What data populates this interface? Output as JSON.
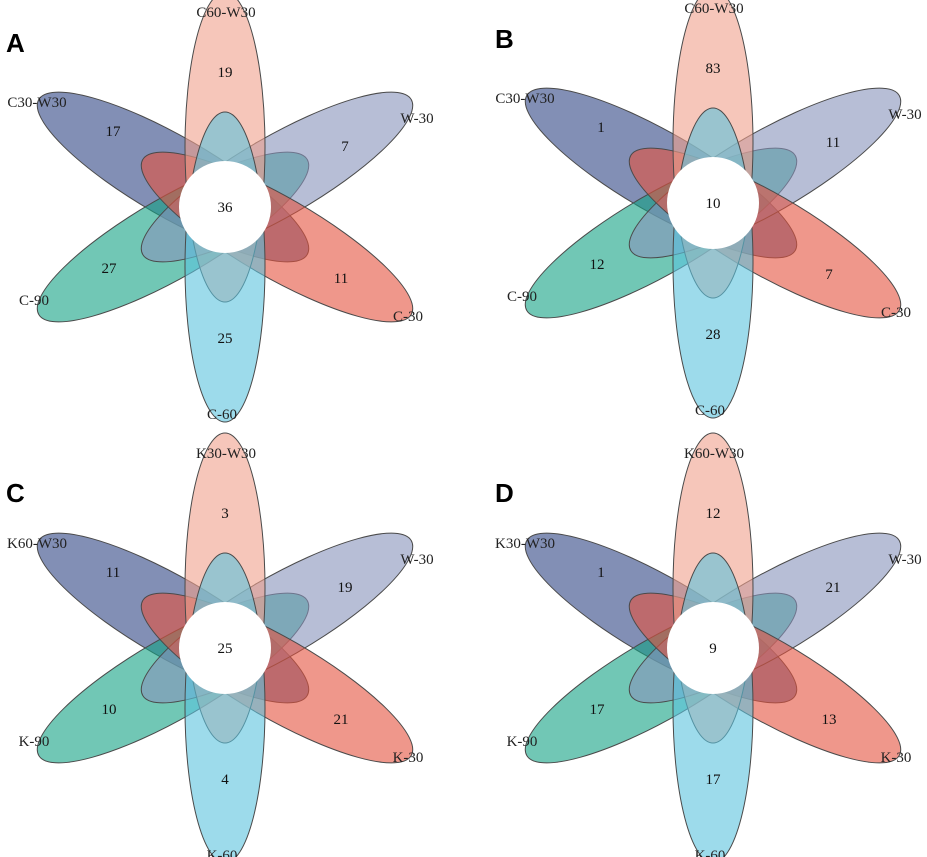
{
  "colors": {
    "top": "#f0a08c",
    "upper_left": "#2f4584",
    "upper_right": "#8793ba",
    "lower_left": "#13a284",
    "lower_right": "#e5513e",
    "bottom": "#5cc3de",
    "center": "#ffffff"
  },
  "panels": [
    {
      "letter": "A",
      "center_count": "36",
      "petals": [
        {
          "pos": "top",
          "label": "C60-W30",
          "count": "19"
        },
        {
          "pos": "upper_right",
          "label": "W-30",
          "count": "7"
        },
        {
          "pos": "lower_right",
          "label": "C-30",
          "count": "11"
        },
        {
          "pos": "bottom",
          "label": "C-60",
          "count": "25"
        },
        {
          "pos": "lower_left",
          "label": "C-90",
          "count": "27"
        },
        {
          "pos": "upper_left",
          "label": "C30-W30",
          "count": "17"
        }
      ]
    },
    {
      "letter": "B",
      "center_count": "10",
      "petals": [
        {
          "pos": "top",
          "label": "C60-W30",
          "count": "83"
        },
        {
          "pos": "upper_right",
          "label": "W-30",
          "count": "11"
        },
        {
          "pos": "lower_right",
          "label": "C-30",
          "count": "7"
        },
        {
          "pos": "bottom",
          "label": "C-60",
          "count": "28"
        },
        {
          "pos": "lower_left",
          "label": "C-90",
          "count": "12"
        },
        {
          "pos": "upper_left",
          "label": "C30-W30",
          "count": "1"
        }
      ]
    },
    {
      "letter": "C",
      "center_count": "25",
      "petals": [
        {
          "pos": "top",
          "label": "K30-W30",
          "count": "3"
        },
        {
          "pos": "upper_right",
          "label": "W-30",
          "count": "19"
        },
        {
          "pos": "lower_right",
          "label": "K-30",
          "count": "21"
        },
        {
          "pos": "bottom",
          "label": "K-60",
          "count": "4"
        },
        {
          "pos": "lower_left",
          "label": "K-90",
          "count": "10"
        },
        {
          "pos": "upper_left",
          "label": "K60-W30",
          "count": "11"
        }
      ]
    },
    {
      "letter": "D",
      "center_count": "9",
      "petals": [
        {
          "pos": "top",
          "label": "K60-W30",
          "count": "12"
        },
        {
          "pos": "upper_right",
          "label": "W-30",
          "count": "21"
        },
        {
          "pos": "lower_right",
          "label": "K-30",
          "count": "13"
        },
        {
          "pos": "bottom",
          "label": "K-60",
          "count": "17"
        },
        {
          "pos": "lower_left",
          "label": "K-90",
          "count": "17"
        },
        {
          "pos": "upper_left",
          "label": "K30-W30",
          "count": "1"
        }
      ]
    }
  ]
}
